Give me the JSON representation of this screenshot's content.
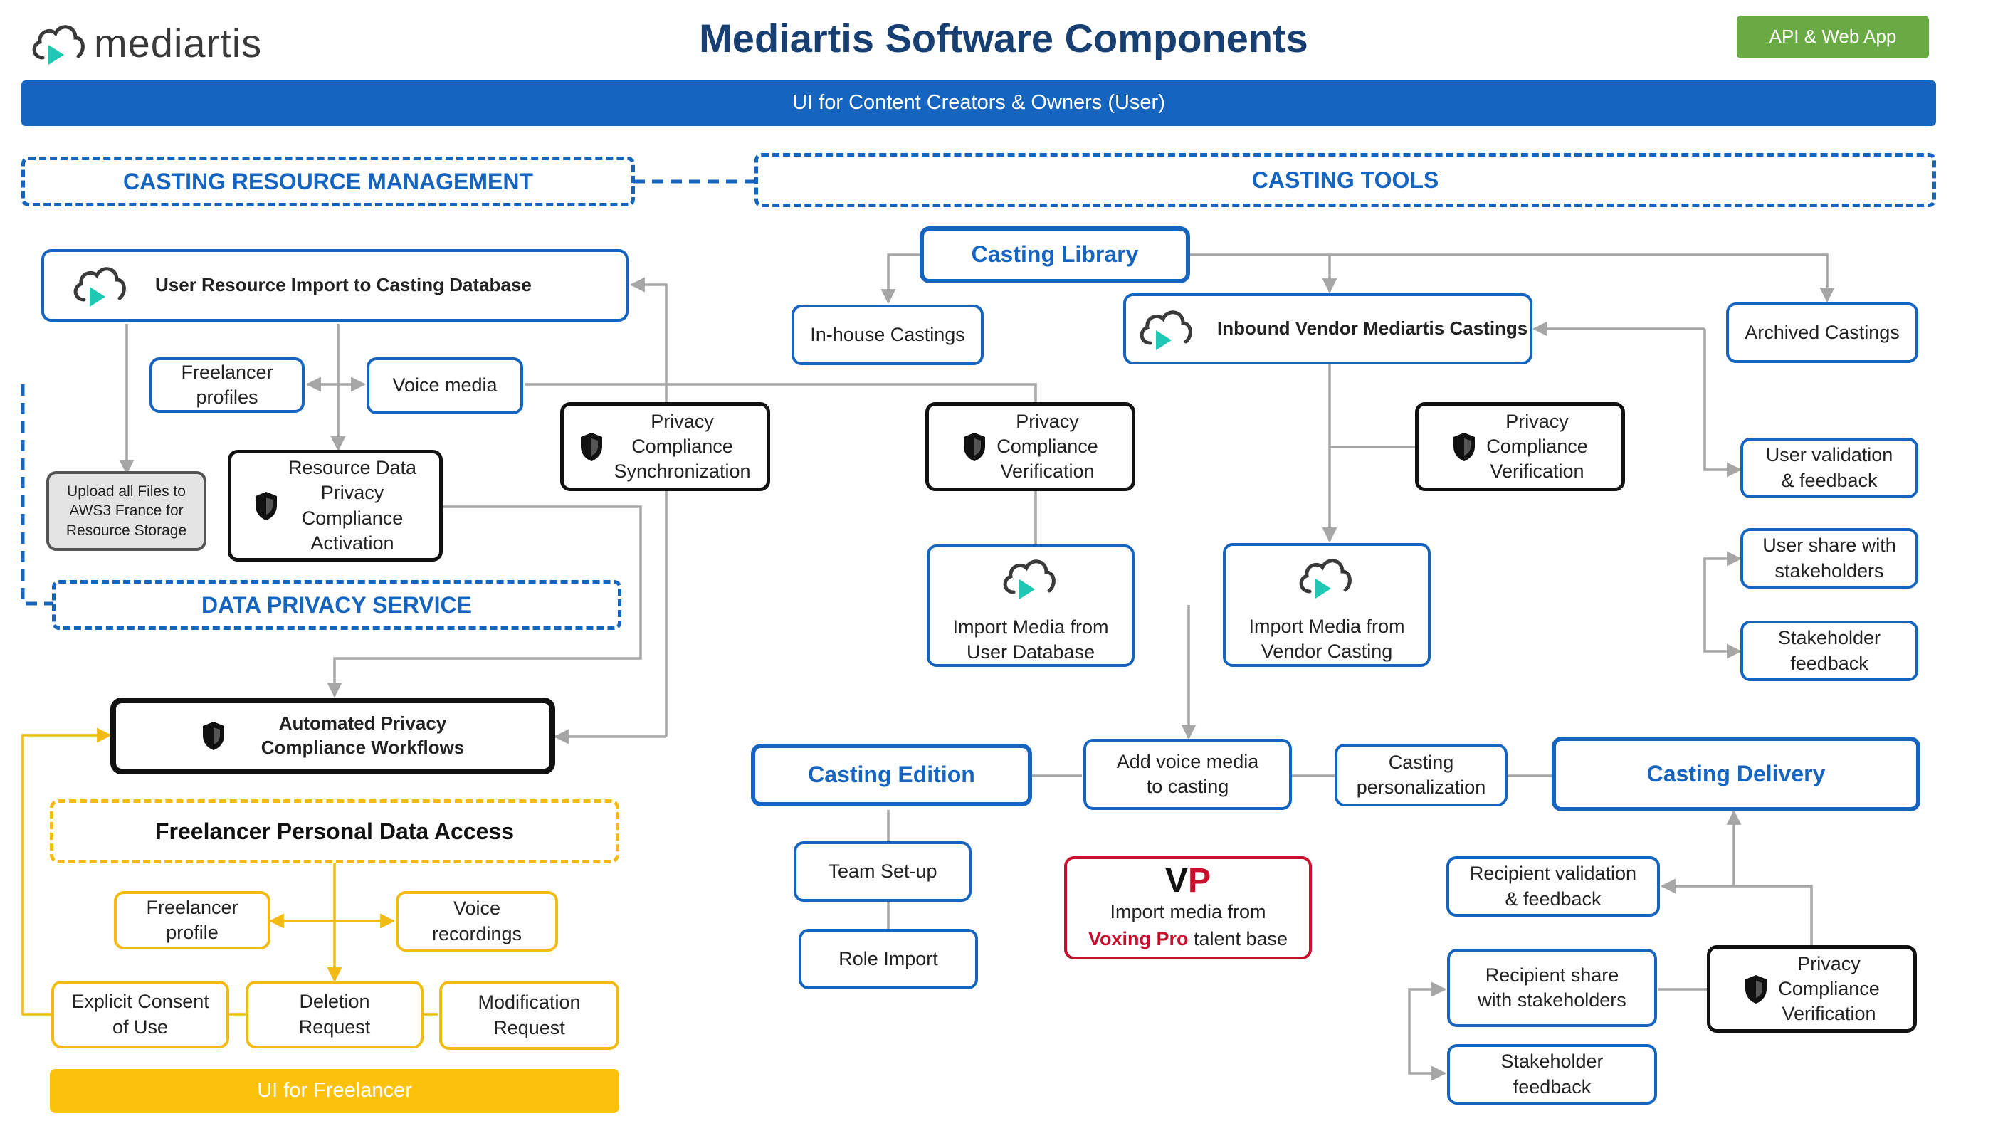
{
  "header": {
    "logo_text": "mediartis",
    "title": "Mediartis Software Components",
    "api_button": "API & Web App",
    "ui_bar": "UI for Content Creators & Owners (User)"
  },
  "sections": {
    "casting_resource_management": "CASTING RESOURCE MANAGEMENT",
    "casting_tools": "CASTING TOOLS",
    "data_privacy_service": "DATA PRIVACY SERVICE"
  },
  "left": {
    "user_resource_import": "User Resource Import to Casting Database",
    "freelancer_profiles": "Freelancer\nprofiles",
    "voice_media": "Voice media",
    "upload_aws": "Upload all Files to\nAWS3 France for\nResource Storage",
    "resource_data_privacy": "Resource Data\nPrivacy\nCompliance\nActivation",
    "privacy_sync": "Privacy\nCompliance\nSynchronization",
    "automated_privacy": "Automated Privacy\nCompliance Workflows"
  },
  "freelancer": {
    "personal_data_access": "Freelancer Personal Data Access",
    "profile": "Freelancer\nprofile",
    "voice_recordings": "Voice\nrecordings",
    "explicit_consent": "Explicit Consent\nof Use",
    "deletion_request": "Deletion\nRequest",
    "modification_request": "Modification\nRequest",
    "ui_bar": "UI for Freelancer"
  },
  "tools": {
    "casting_library": "Casting Library",
    "inhouse_castings": "In-house Castings",
    "inbound_vendor": "Inbound Vendor Mediartis Castings",
    "archived_castings": "Archived Castings",
    "privacy_verification_1": "Privacy\nCompliance\nVerification",
    "privacy_verification_2": "Privacy\nCompliance\nVerification",
    "import_user_db": "Import Media from\nUser Database",
    "import_vendor": "Import Media from\nVendor Casting",
    "user_validation": "User validation\n& feedback",
    "user_share": "User share with\nstakeholders",
    "stakeholder_feedback": "Stakeholder\nfeedback",
    "casting_edition": "Casting Edition",
    "add_voice_media": "Add voice media\nto casting",
    "casting_personalization": "Casting\npersonalization",
    "casting_delivery": "Casting Delivery",
    "team_setup": "Team Set-up",
    "role_import": "Role Import",
    "vp_logo": "VP",
    "voxing_line1": "Import media from",
    "voxing_brand": "Voxing Pro",
    "voxing_rest": " talent base",
    "recipient_validation": "Recipient validation\n& feedback",
    "recipient_share": "Recipient share\nwith stakeholders",
    "stakeholder_feedback_2": "Stakeholder\nfeedback",
    "privacy_verification_3": "Privacy\nCompliance\nVerification"
  },
  "colors": {
    "blue": "#1565c0",
    "yellow": "#f2bb14",
    "green": "#6aaa45",
    "red": "#c8102e",
    "teal": "#1ec8b4",
    "grey_line": "#a6a6a6"
  }
}
